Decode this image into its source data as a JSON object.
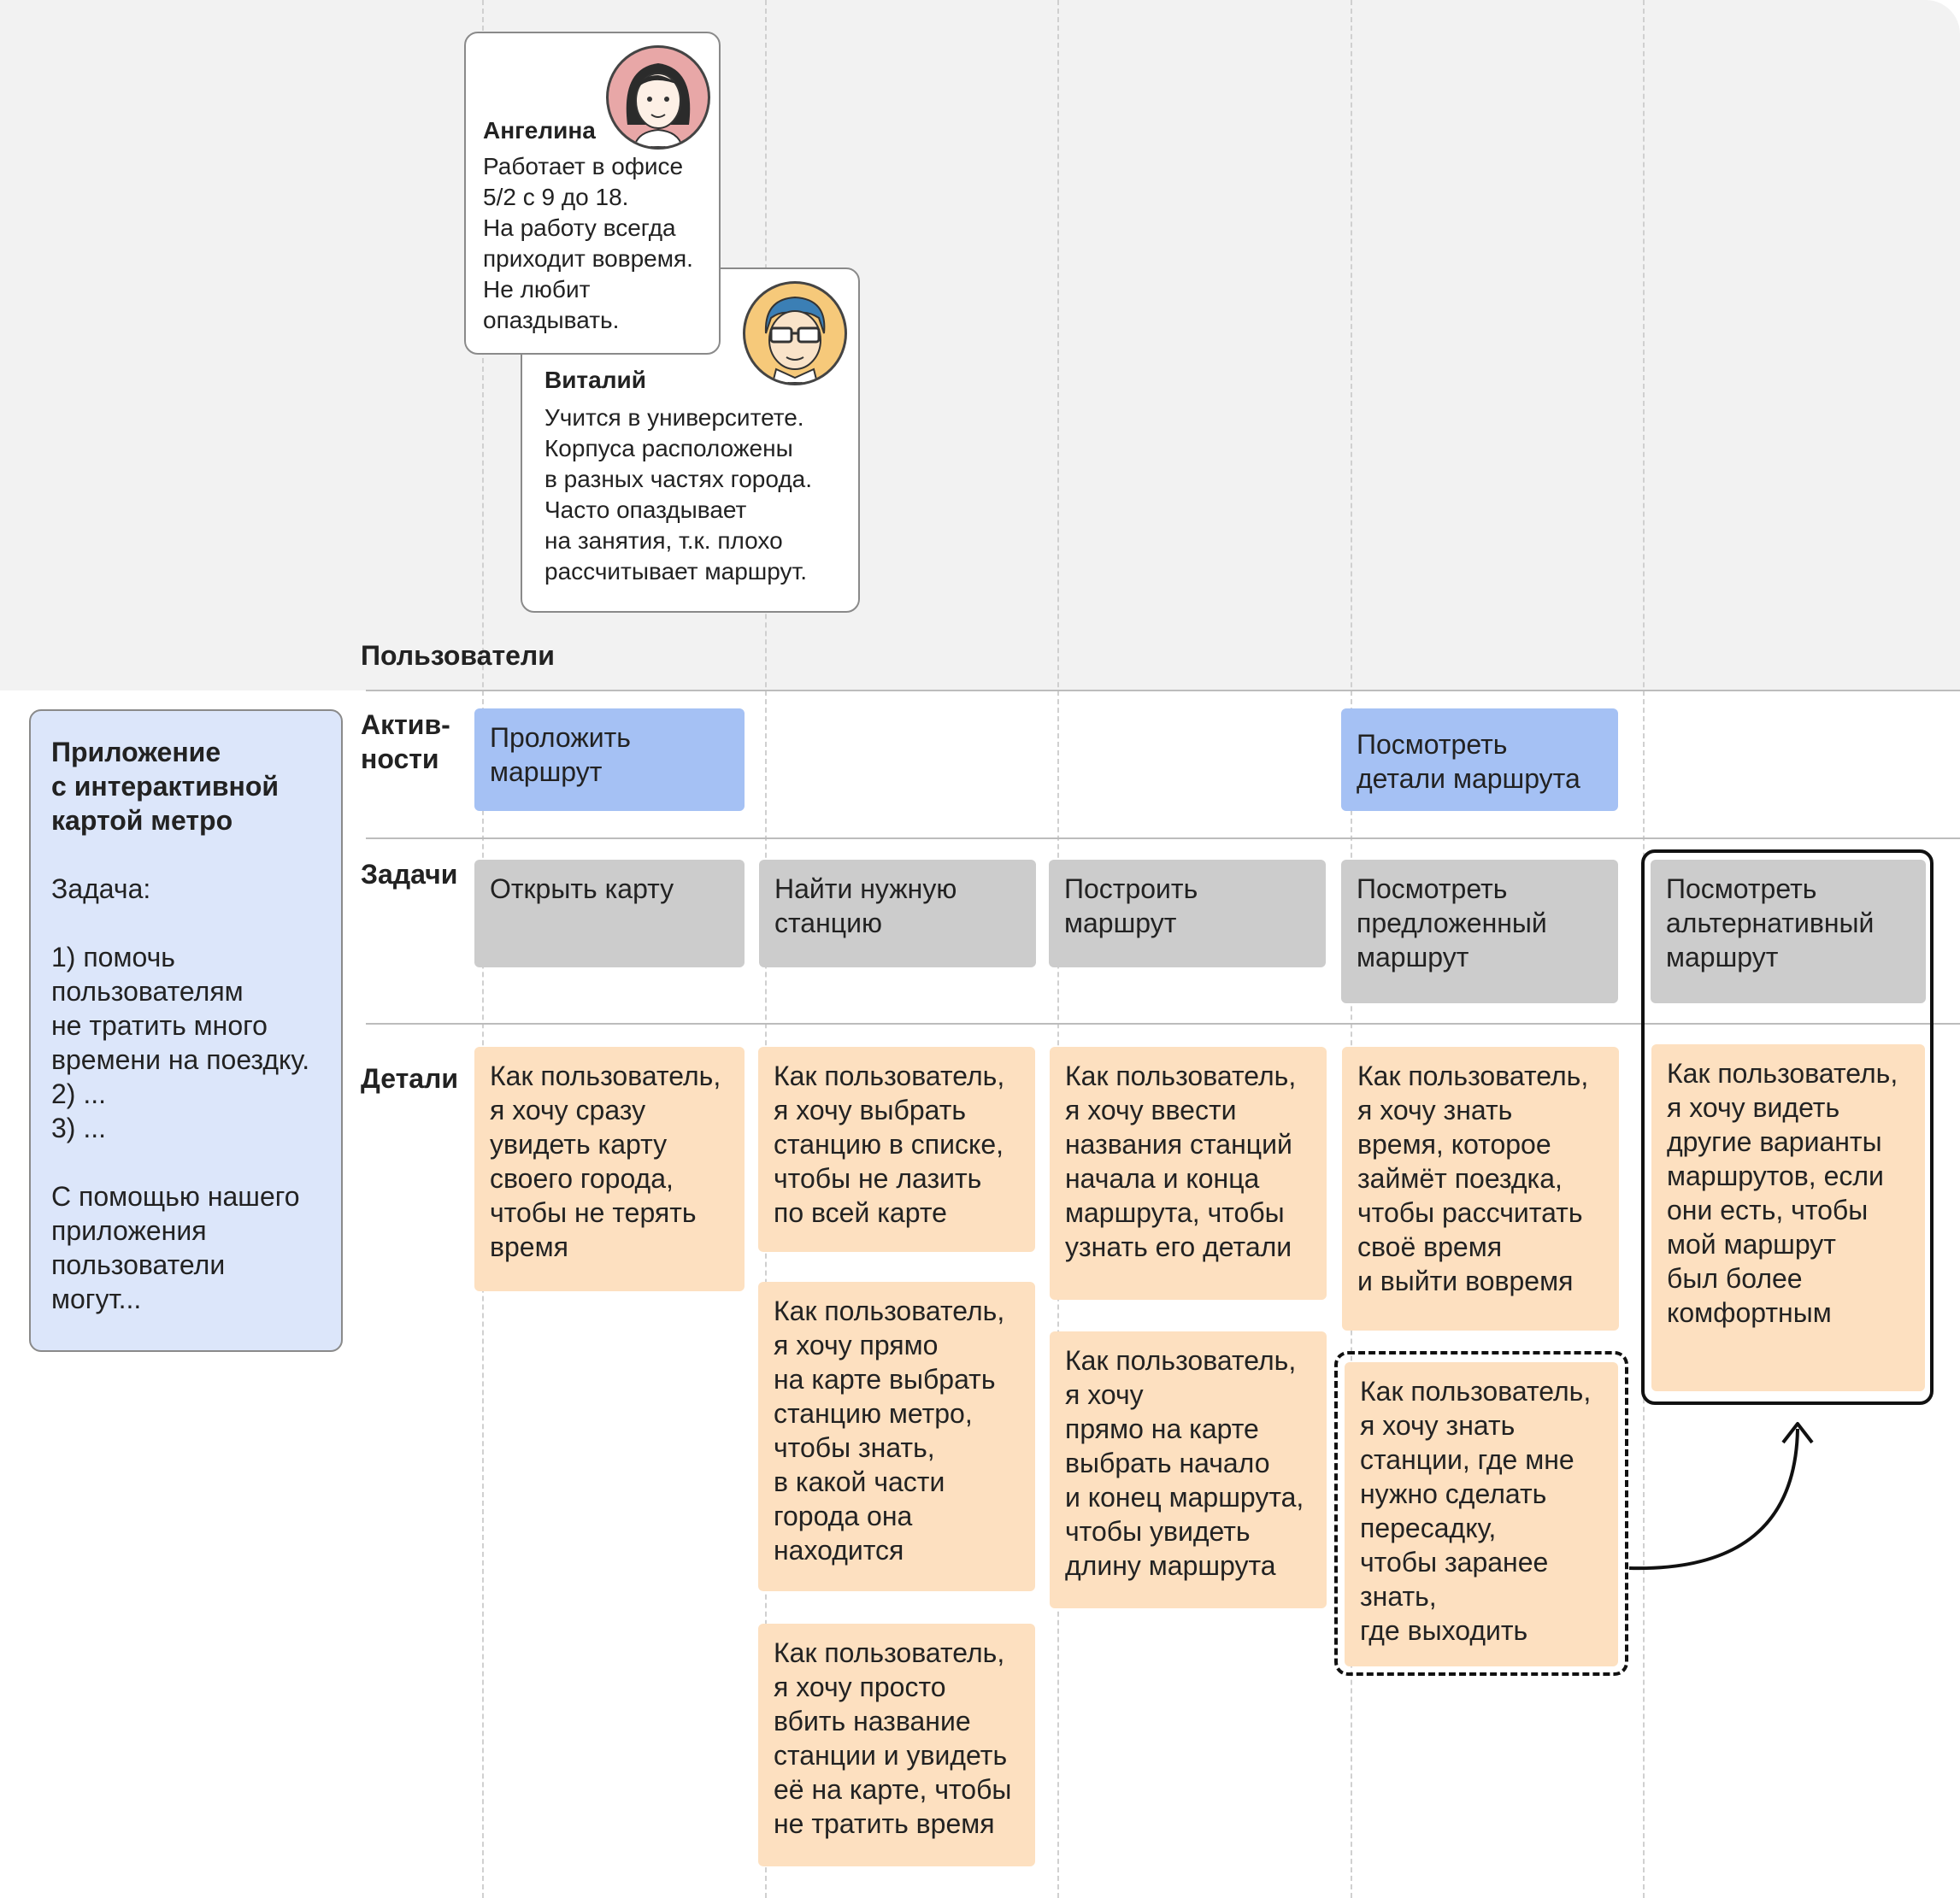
{
  "row_labels": {
    "users": "Пользователи",
    "activities": "Актив-\nности",
    "tasks": "Задачи",
    "details": "Детали"
  },
  "personas": [
    {
      "name": "Ангелина",
      "description": "Работает в офисе\n5/2 с 9 до 18.\nНа работу всегда\nприходит вовремя.\nНе любит\nопаздывать.",
      "avatar_icon": "woman-avatar-icon"
    },
    {
      "name": "Виталий",
      "description": "Учится в университете.\nКорпуса расположены\nв разных частях города.\nЧасто опаздывает\nна занятия, т.к. плохо\nрассчитывает маршрут.",
      "avatar_icon": "man-glasses-avatar-icon"
    }
  ],
  "sidebar": {
    "title": "Приложение\nс интерактивной\nкартой метро",
    "body": "Задача:\n\n1) помочь\nпользователям\nне тратить много\nвремени на поездку.\n2) ...\n3) ...\n\nС помощью нашего\nприложения\nпользователи\nмогут..."
  },
  "activities": [
    "Проложить\nмаршрут",
    "Посмотреть\nдетали маршрута"
  ],
  "tasks": [
    "Открыть карту",
    "Найти нужную\nстанцию",
    "Построить\nмаршрут",
    "Посмотреть\nпредложенный\nмаршрут",
    "Посмотреть\nальтернативный\nмаршрут"
  ],
  "details": [
    "Как пользователь,\nя хочу сразу\nувидеть карту\nсвоего города,\nчтобы не терять\nвремя",
    "Как пользователь,\nя хочу выбрать\nстанцию в списке,\nчтобы не лазить\nпо всей карте",
    "Как пользователь,\nя хочу прямо\nна карте выбрать\nстанцию метро,\nчтобы знать,\nв какой части\nгорода она\nнаходится",
    "Как пользователь,\nя хочу просто\nвбить название\nстанции и увидеть\nеё на карте, чтобы\nне тратить время",
    "Как пользователь,\nя хочу ввести\nназвания станций\nначала и конца\nмаршрута, чтобы\nузнать его детали",
    "Как пользователь,\nя хочу\nпрямо на карте\nвыбрать начало\nи конец маршрута,\nчтобы увидеть\nдлину маршрута",
    "Как пользователь,\nя хочу знать\nвремя, которое\nзаймёт поездка,\nчтобы рассчитать\nсвоё время\nи выйти вовремя",
    "Как пользователь,\nя хочу знать\nстанции, где мне\nнужно сделать\nпересадку,\nчтобы заранее\nзнать,\nгде выходить",
    "Как пользователь,\nя хочу видеть\nдругие варианты\nмаршрутов, если\nони есть, чтобы\nмой маршрут\nбыл более\nкомфортным"
  ],
  "colors": {
    "activity": "#a5c1f4",
    "task": "#cccccc",
    "detail": "#fde0c0",
    "sidebar": "#dce6fa",
    "top_band": "#f2f2f2"
  }
}
